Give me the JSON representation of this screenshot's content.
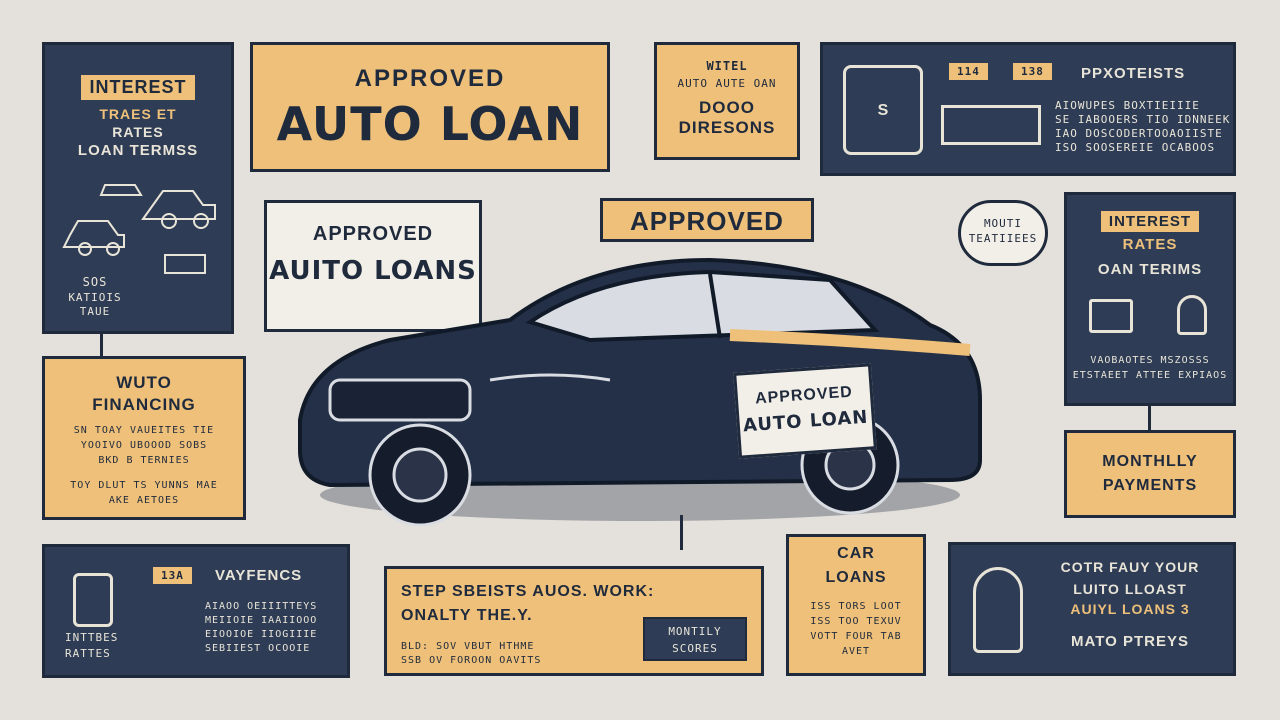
{
  "left_panel": {
    "title": "INTEREST",
    "subtitle": "TRAES ET",
    "line2": "RATES",
    "line3": "LOAN TERMSS",
    "footer1": "SOS",
    "footer2": "KATIOIS",
    "footer3": "TAUE"
  },
  "banner_main": {
    "line1": "APPROVED",
    "line2": "AUTO LOAN"
  },
  "top_center": {
    "line1": "WITEL",
    "line2": "AUTO AUTE OAN",
    "line3": "DOOO",
    "line4": "DIRESONS"
  },
  "top_right": {
    "tag1": "114",
    "tag2": "138",
    "heading": "PPXOTEISTS",
    "icon_label": "S",
    "text1": "AIOWUPES BOXTIEIIIE",
    "text2": "SE IABOOERS TIO IDNNEEK",
    "text3": "IAO DOSCODERTOOAOIISTE",
    "text4": "ISO SOOSEREIE OCABOOS"
  },
  "approved_loans": {
    "line1": "APPROVED",
    "line2": "AUITO LOANS"
  },
  "approved_ribbon": "APPROVED",
  "speech_bubble": {
    "line1": "MOUTI",
    "line2": "TEATIIEES"
  },
  "car_sign": {
    "line1": "APPROVED",
    "line2": "AUTO LOAN"
  },
  "right_panel": {
    "title": "INTEREST",
    "line2": "RATES",
    "line3": "OAN TERIMS",
    "text1": "VAOBAOTES MSZOSSS",
    "text2": "ETSTAEET ATTEE EXPIAOS"
  },
  "financing": {
    "line1": "WUTO",
    "line2": "FINANCING",
    "text1": "SN TOAY VAUEITES TIE",
    "text2": "YOOIVO UBOOOD SOBS",
    "text3": "BKD B TERNIES",
    "text4": "TOY DLUT TS YUNNS MAE",
    "text5": "AKE AETOES"
  },
  "monthly_payments": {
    "line1": "MONTHLLY",
    "line2": "PAYMENTS"
  },
  "bottom_left": {
    "tag": "13A",
    "heading": "VAYFENCS",
    "text1": "AIAOO OEIIITTEYS",
    "text2": "MEIIOIE IAAIIOOO",
    "text3": "EIOOIOE IIOGIIIE",
    "text4": "SEBIIEST OCOOIE",
    "label1": "INTTBES",
    "label2": "RATTES"
  },
  "steps": {
    "heading1": "STEP SBEISTS AUOS. WORK:",
    "heading2": "ONALTY THE.Y.",
    "text1": "BLD: SOV VBUT HTHME",
    "text2": "SSB OV FOROON OAVITS",
    "button1": "MONTILY",
    "button2": "SCORES"
  },
  "car_loans": {
    "line1": "CAR",
    "line2": "LOANS",
    "text1": "ISS TORS LOOT",
    "text2": "ISS TOO TEXUV",
    "text3": "VOTT FOUR TAB",
    "text4": "AVET"
  },
  "bottom_right": {
    "line1": "COTR FAUY YOUR",
    "line2": "LUITO LLOAST",
    "line3": "AUIYL LOANS 3",
    "line4": "MATO PTREYS"
  }
}
